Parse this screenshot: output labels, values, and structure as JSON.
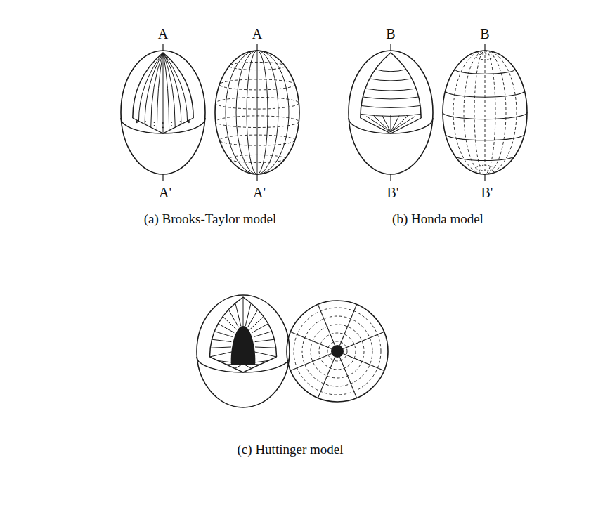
{
  "diagram": {
    "labels": [
      "A",
      "A'",
      "A",
      "A'",
      "(a) Brooks-Taylor model",
      "B",
      "B'",
      "B",
      "B'",
      "(b) Honda model",
      "(c) Huttinger model"
    ]
  }
}
